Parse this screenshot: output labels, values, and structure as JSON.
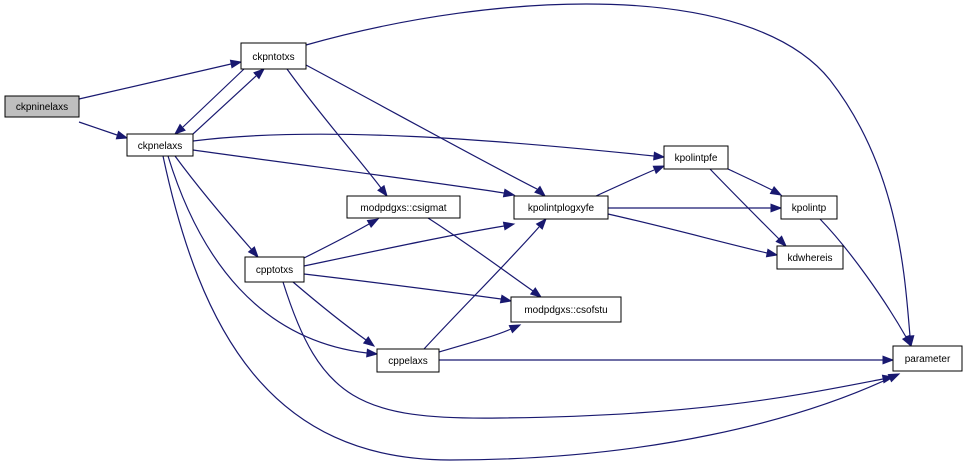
{
  "nodes": {
    "ckpninelaxs": {
      "label": "ckpninelaxs",
      "root": true
    },
    "ckpntotxs": {
      "label": "ckpntotxs"
    },
    "ckpnelaxs": {
      "label": "ckpnelaxs"
    },
    "csigmat": {
      "label": "modpdgxs::csigmat"
    },
    "kpolintplogxyfe": {
      "label": "kpolintplogxyfe"
    },
    "kpolintpfe": {
      "label": "kpolintpfe"
    },
    "kpolintp": {
      "label": "kpolintp"
    },
    "kdwhereis": {
      "label": "kdwhereis"
    },
    "cpptotxs": {
      "label": "cpptotxs"
    },
    "csofstu": {
      "label": "modpdgxs::csofstu"
    },
    "cppelaxs": {
      "label": "cppelaxs"
    },
    "parameter": {
      "label": "parameter"
    }
  },
  "edges": [
    {
      "from": "ckpninelaxs",
      "to": "ckpntotxs"
    },
    {
      "from": "ckpninelaxs",
      "to": "ckpnelaxs"
    },
    {
      "from": "ckpntotxs",
      "to": "ckpnelaxs"
    },
    {
      "from": "ckpnelaxs",
      "to": "ckpntotxs"
    },
    {
      "from": "ckpntotxs",
      "to": "csigmat"
    },
    {
      "from": "ckpntotxs",
      "to": "kpolintplogxyfe"
    },
    {
      "from": "ckpntotxs",
      "to": "parameter"
    },
    {
      "from": "ckpnelaxs",
      "to": "kpolintpfe"
    },
    {
      "from": "ckpnelaxs",
      "to": "kpolintplogxyfe"
    },
    {
      "from": "ckpnelaxs",
      "to": "cpptotxs"
    },
    {
      "from": "ckpnelaxs",
      "to": "cppelaxs"
    },
    {
      "from": "ckpnelaxs",
      "to": "parameter"
    },
    {
      "from": "csigmat",
      "to": "csofstu"
    },
    {
      "from": "kpolintplogxyfe",
      "to": "kpolintpfe"
    },
    {
      "from": "kpolintplogxyfe",
      "to": "kpolintp"
    },
    {
      "from": "kpolintplogxyfe",
      "to": "kdwhereis"
    },
    {
      "from": "kpolintpfe",
      "to": "kpolintp"
    },
    {
      "from": "kpolintpfe",
      "to": "kdwhereis"
    },
    {
      "from": "kpolintp",
      "to": "parameter"
    },
    {
      "from": "cpptotxs",
      "to": "csigmat"
    },
    {
      "from": "cpptotxs",
      "to": "kpolintplogxyfe"
    },
    {
      "from": "cpptotxs",
      "to": "csofstu"
    },
    {
      "from": "cpptotxs",
      "to": "cppelaxs"
    },
    {
      "from": "cpptotxs",
      "to": "parameter"
    },
    {
      "from": "cppelaxs",
      "to": "kpolintplogxyfe"
    },
    {
      "from": "cppelaxs",
      "to": "csofstu"
    },
    {
      "from": "cppelaxs",
      "to": "parameter"
    }
  ]
}
